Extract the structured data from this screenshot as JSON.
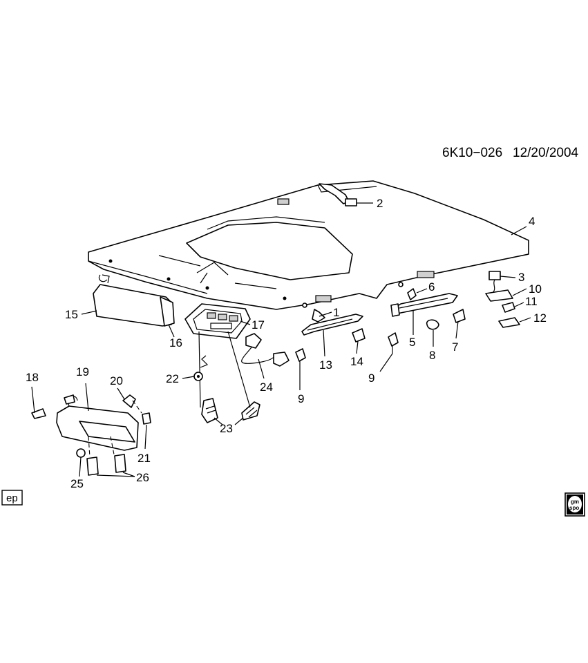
{
  "diagram": {
    "code": "6K10−026",
    "date": "12/20/2004",
    "callouts": [
      "1",
      "2",
      "3",
      "4",
      "5",
      "6",
      "7",
      "8",
      "9",
      "9",
      "10",
      "11",
      "12",
      "13",
      "14",
      "15",
      "16",
      "17",
      "18",
      "19",
      "20",
      "21",
      "22",
      "23",
      "24",
      "25",
      "26"
    ],
    "badge_left": "ep",
    "logo_text": [
      "gm",
      "spo"
    ]
  }
}
